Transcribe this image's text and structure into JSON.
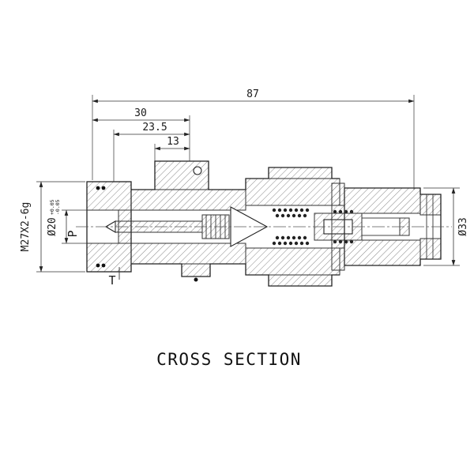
{
  "title": "CROSS SECTION",
  "dims": {
    "overall": "87",
    "upper_30": "30",
    "upper_23_5": "23.5",
    "upper_13": "13",
    "thread": "M27X2-6g",
    "bore": "Ø20",
    "bore_tol_upper": "+0.05",
    "bore_tol_lower": "-0.05",
    "outer_dia": "Ø33",
    "port_p": "P",
    "port_t": "T"
  },
  "colors": {
    "line": "#222222",
    "background": "#ffffff"
  }
}
